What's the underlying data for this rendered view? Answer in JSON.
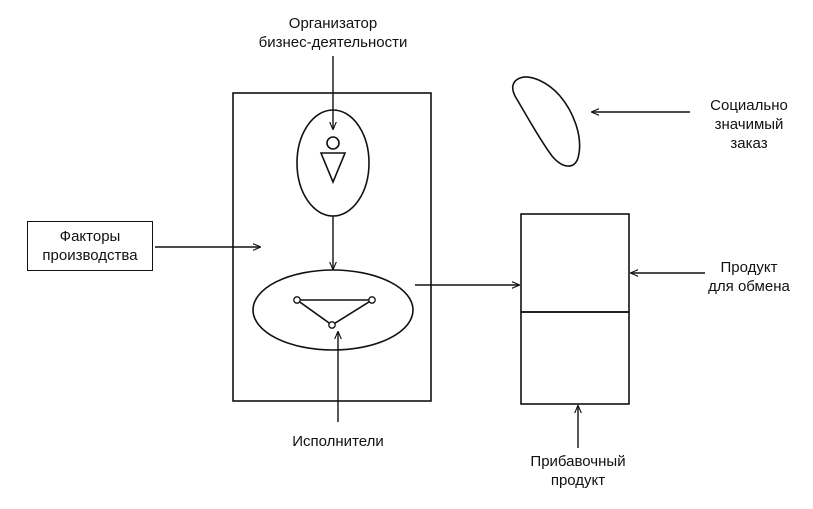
{
  "labels": {
    "organizer": [
      "Организатор",
      "бизнес-деятельности"
    ],
    "factors": [
      "Факторы",
      "производства"
    ],
    "social_order": [
      "Социально",
      "значимый",
      "заказ"
    ],
    "exchange_product": [
      "Продукт",
      "для обмена"
    ],
    "performers": "Исполнители",
    "surplus_product": [
      "Прибавочный",
      "продукт"
    ]
  },
  "colors": {
    "ink": "#111111",
    "background": "#ffffff"
  }
}
